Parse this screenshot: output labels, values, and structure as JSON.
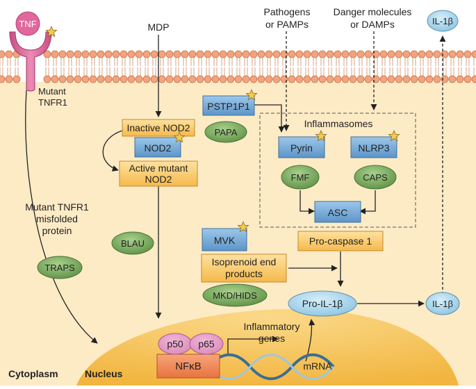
{
  "labels": {
    "tnf": "TNF",
    "mdp": "MDP",
    "pathogens_1": "Pathogens",
    "pathogens_2": "or PAMPs",
    "danger_1": "Danger molecules",
    "danger_2": "or DAMPs",
    "il1b_out": "IL-1β",
    "mutant_tnfr1_1": "Mutant",
    "mutant_tnfr1_2": "TNFR1",
    "inactive_nod2": "Inactive NOD2",
    "nod2": "NOD2",
    "active_nod2_1": "Active mutant",
    "active_nod2_2": "NOD2",
    "pstpip1": "PSTP1P1",
    "papa": "PAPA",
    "inflammasomes": "Inflammasomes",
    "pyrin": "Pyrin",
    "nlrp3": "NLRP3",
    "fmf": "FMF",
    "caps": "CAPS",
    "asc": "ASC",
    "misfolded_1": "Mutant TNFR1",
    "misfolded_2": "misfolded",
    "misfolded_3": "protein",
    "blau": "BLAU",
    "traps": "TRAPS",
    "mvk": "MVK",
    "procaspase": "Pro-caspase 1",
    "isoprenoid_1": "Isoprenoid end",
    "isoprenoid_2": "products",
    "mkd": "MKD/HIDS",
    "pro_il1b": "Pro-IL-1β",
    "il1b_right": "IL-1β",
    "inflammatory_1": "Inflammatory",
    "inflammatory_2": "genes",
    "p50": "p50",
    "p65": "p65",
    "nfkb": "NFκB",
    "mrna": "mRNA",
    "cytoplasm": "Cytoplasm",
    "nucleus": "Nucleus"
  },
  "colors": {
    "cytoplasm": "#fdebc6",
    "membrane_head": "#f3a37c",
    "nucleus": "#f8c75a",
    "orange_box": "#f9c96b",
    "blue_box": "#6fa7d6",
    "green_oval": "#7fac63",
    "pink": "#df6f9a",
    "star": "#f5c84e",
    "nfkb": "#f28d5c",
    "light_blue": "#a9d4ea"
  }
}
